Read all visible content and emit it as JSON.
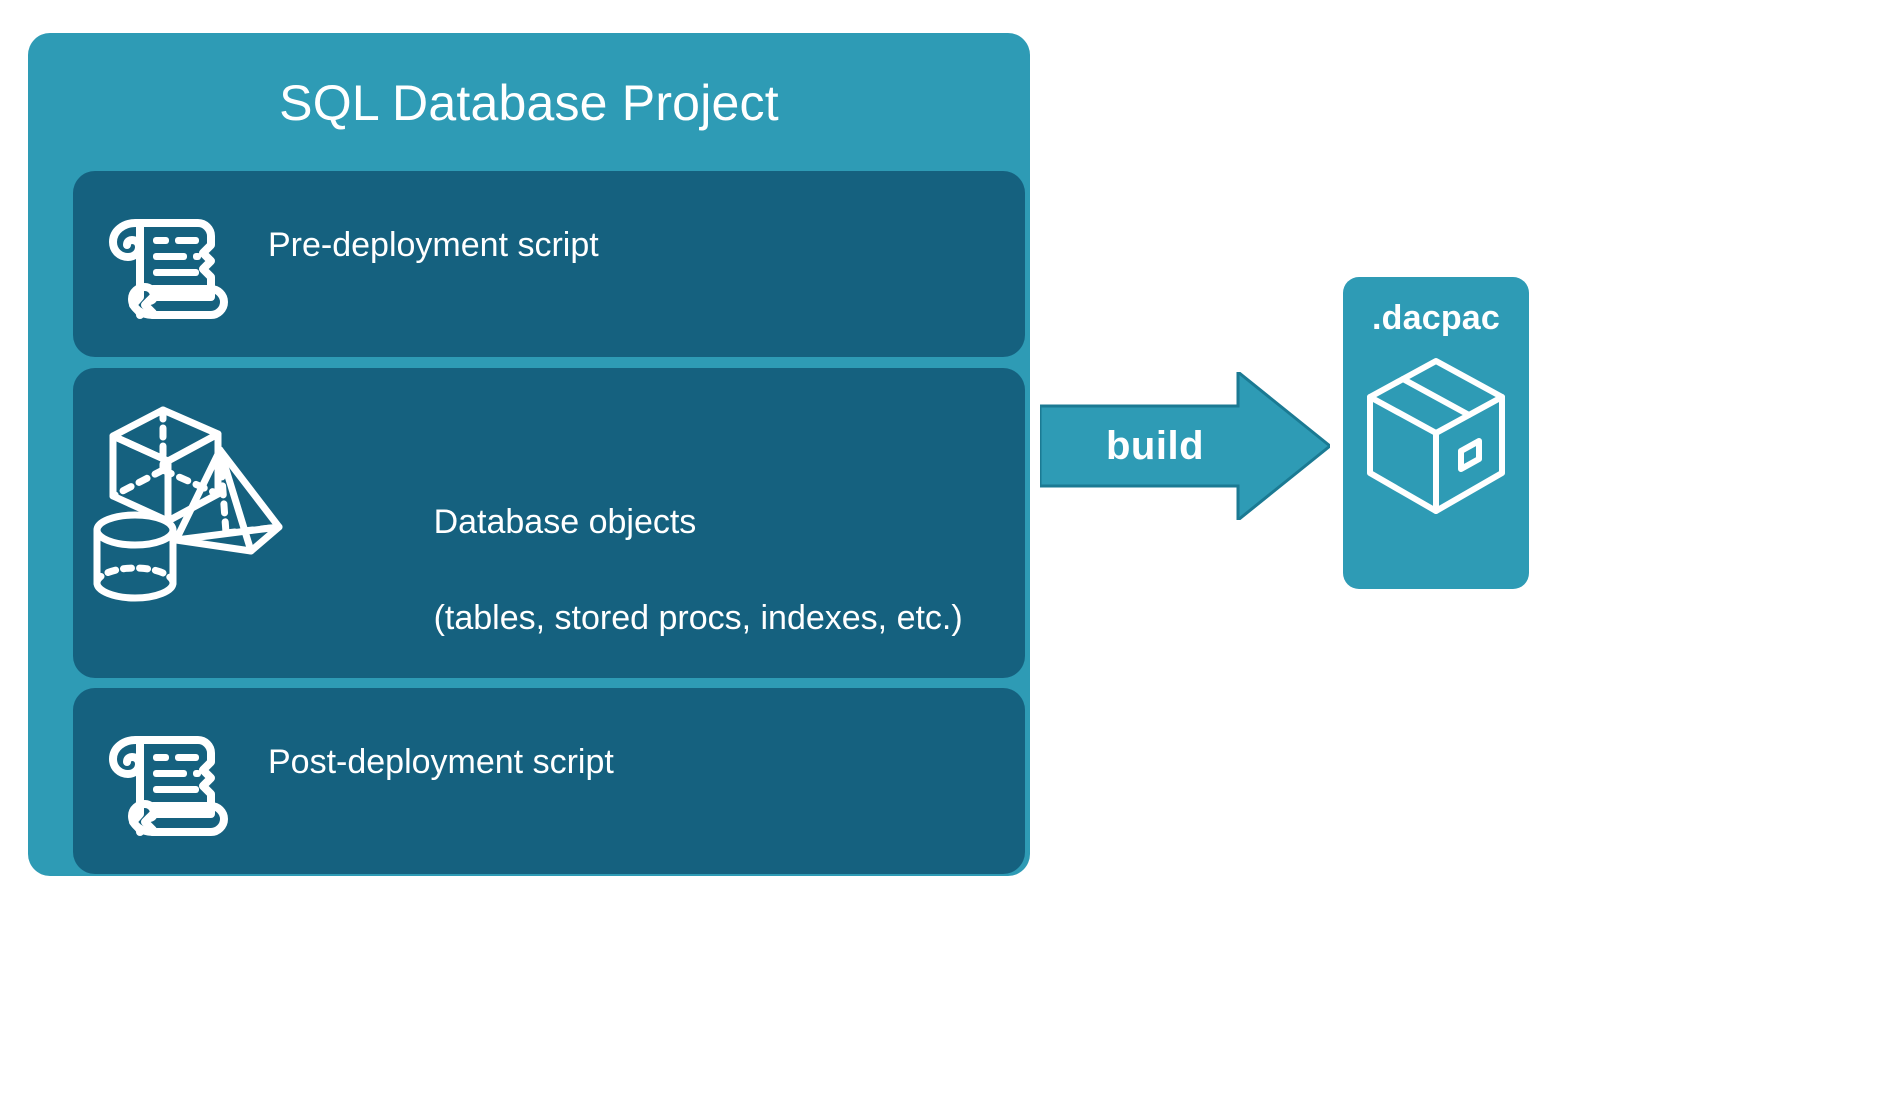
{
  "diagram": {
    "title": "SQL Database Project build to dacpac",
    "colors": {
      "background": "#ffffff",
      "container_teal": "#2e9bb5",
      "section_blue": "#15617f",
      "text_white": "#ffffff",
      "arrow_fill": "#2e9bb5",
      "arrow_stroke": "#1b7a93"
    }
  },
  "project": {
    "title": "SQL Database Project",
    "sections": [
      {
        "id": "pre-deployment",
        "label": "Pre-deployment script",
        "icon": "scroll-icon"
      },
      {
        "id": "database-objects",
        "label": "Database objects\n(tables, stored procs, indexes, etc.)",
        "line1": "Database objects",
        "line2": "(tables, stored procs, indexes, etc.)",
        "icons": [
          "cube-icon",
          "pyramid-icon",
          "cylinder-icon"
        ]
      },
      {
        "id": "post-deployment",
        "label": "Post-deployment script",
        "icon": "scroll-icon"
      }
    ]
  },
  "arrow": {
    "label": "build",
    "direction": "right"
  },
  "output": {
    "title": ".dacpac",
    "icon": "package-box-icon"
  }
}
